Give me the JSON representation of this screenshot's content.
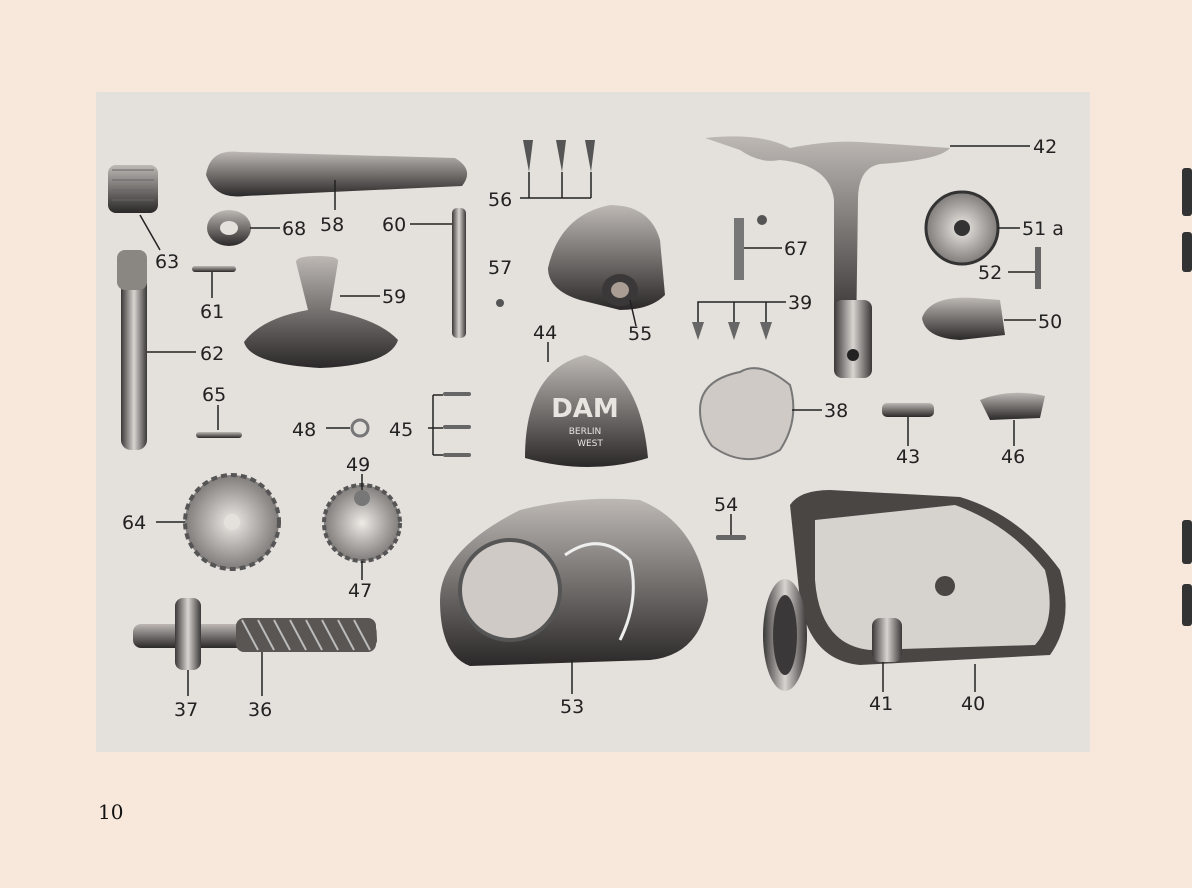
{
  "page_number": "10",
  "plate_text": {
    "logo": "DAM",
    "logo_sub1": "BERLIN",
    "logo_sub2": "WEST"
  },
  "labels": [
    "63",
    "68",
    "58",
    "60",
    "56",
    "57",
    "61",
    "59",
    "62",
    "65",
    "48",
    "45",
    "44",
    "55",
    "42",
    "67",
    "51 a",
    "52",
    "39",
    "50",
    "38",
    "43",
    "46",
    "49",
    "64",
    "47",
    "54",
    "37",
    "36",
    "53",
    "41",
    "40"
  ],
  "colors": {
    "paper": "#f8e8dc",
    "plate": "#e4e0dc",
    "metal_dark": "#3a3838",
    "metal_light": "#bdb8b4"
  }
}
